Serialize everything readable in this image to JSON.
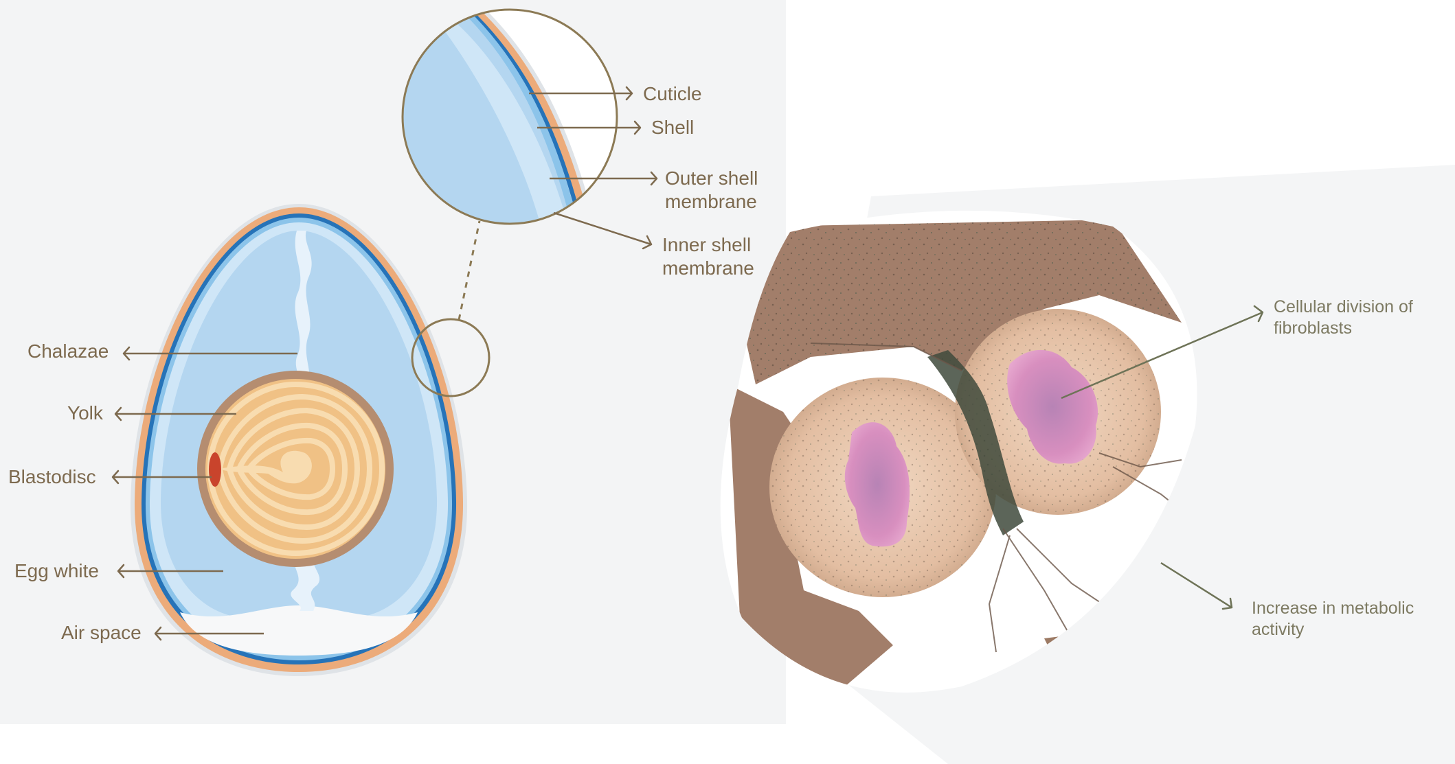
{
  "colors": {
    "label_text": "#7d6a4f",
    "panel_background": "#f3f4f5",
    "egg_white": "#b4d6f0",
    "shell": "#ecab7a",
    "outer_membrane": "#2673b8",
    "inner_membrane": "#8cc4ea",
    "yolk": "#f0c185",
    "yolk_rim": "#b58d70",
    "blastodisc": "#c9442c",
    "nucleus": "#d48ab9",
    "cell_body": "#e7c7ad"
  },
  "egg_diagram": {
    "labels": {
      "chalazae": "Chalazae",
      "yolk": "Yolk",
      "blastodisc": "Blastodisc",
      "egg_white": "Egg white",
      "air_space": "Air space"
    }
  },
  "shell_detail": {
    "labels": {
      "cuticle": "Cuticle",
      "shell": "Shell",
      "outer_shell_membrane_line1": "Outer shell",
      "outer_shell_membrane_line2": "membrane",
      "inner_shell_membrane_line1": "Inner shell",
      "inner_shell_membrane_line2": "membrane"
    }
  },
  "cell_micrograph": {
    "labels": {
      "cellular_division_line1": "Cellular division of",
      "cellular_division_line2": "fibroblasts",
      "metabolic_activity_line1": "Increase in metabolic",
      "metabolic_activity_line2": "activity"
    }
  }
}
